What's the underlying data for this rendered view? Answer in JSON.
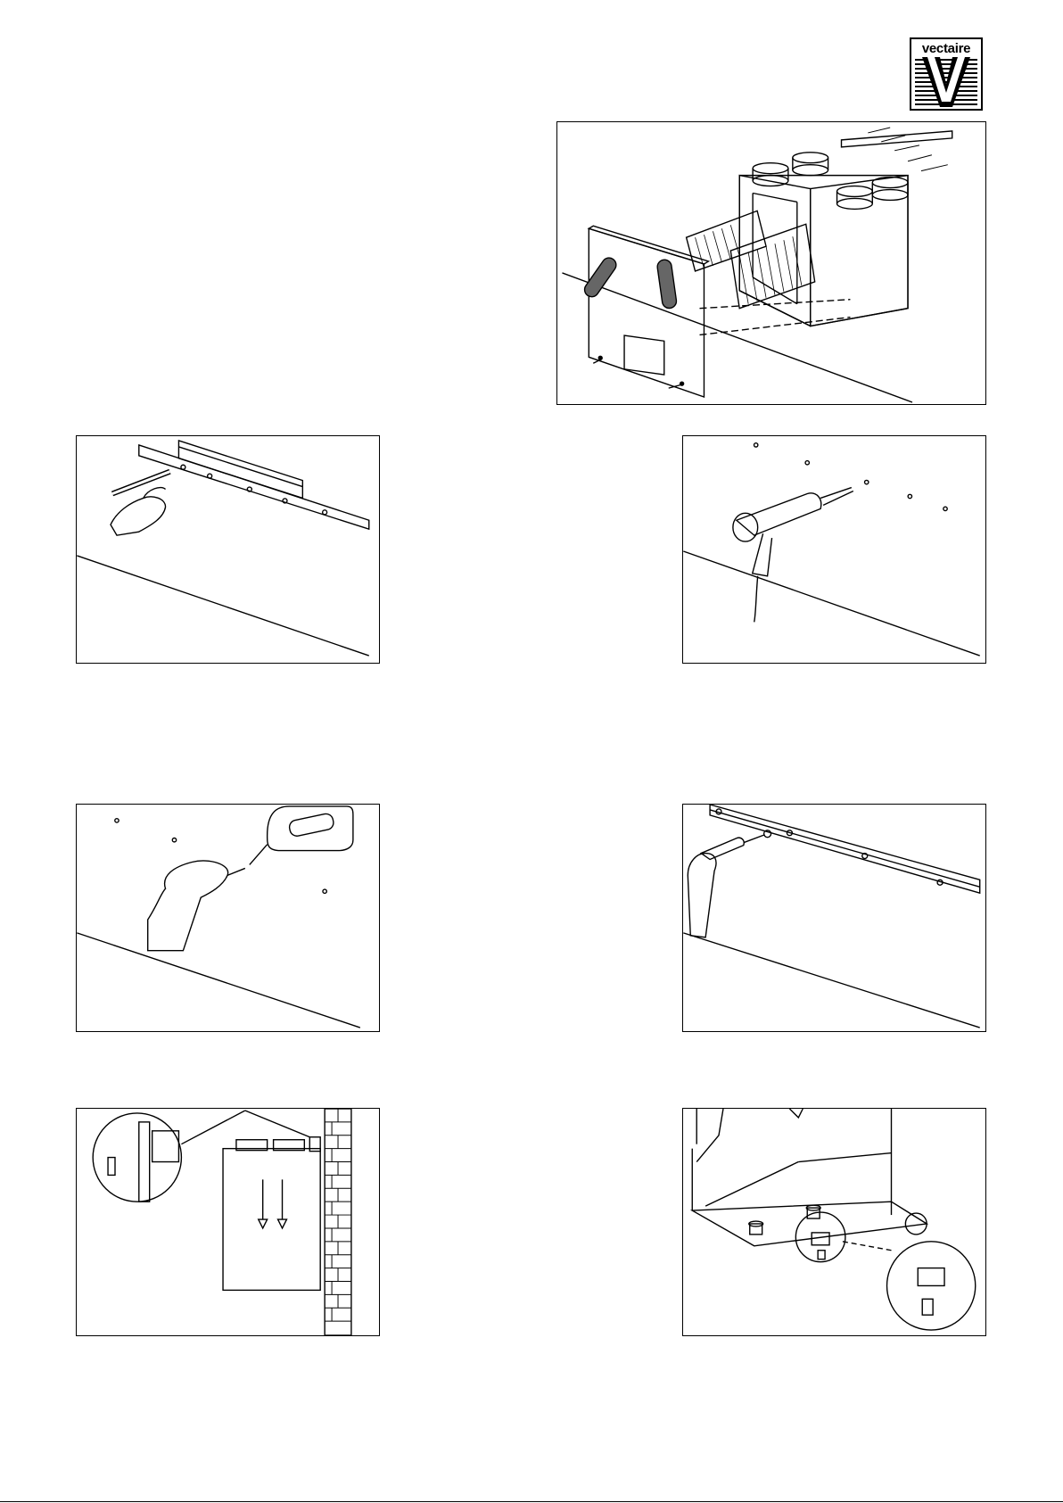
{
  "brand": {
    "logo_text": "vectaire"
  },
  "figures": [
    {
      "id": "fig-unit-exploded",
      "icon": "unit-exploded-illustration"
    },
    {
      "id": "fig-mark-bracket",
      "icon": "mark-bracket-holes-illustration"
    },
    {
      "id": "fig-drill-holes",
      "icon": "drill-holes-illustration"
    },
    {
      "id": "fig-insert-plugs",
      "icon": "insert-wall-plugs-illustration"
    },
    {
      "id": "fig-screw-bracket",
      "icon": "screw-bracket-illustration"
    },
    {
      "id": "fig-hang-unit",
      "icon": "hang-unit-on-wall-illustration"
    },
    {
      "id": "fig-fix-base",
      "icon": "fix-base-bracket-illustration"
    }
  ]
}
